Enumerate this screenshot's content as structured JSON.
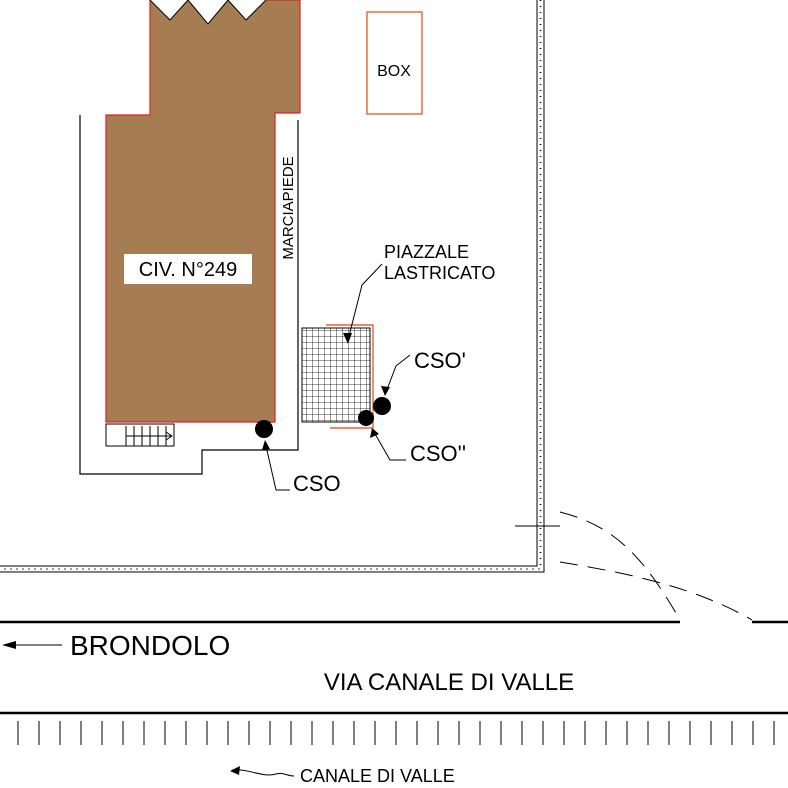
{
  "labels": {
    "box": "BOX",
    "building": "CIV. N°249",
    "sidewalk": "MARCIAPIEDE",
    "plaza_line1": "PIAZZALE",
    "plaza_line2": "LASTRICATO",
    "cso_a": "CSO'",
    "cso_b": "CSO''",
    "cso_c": "CSO",
    "direction": "BRONDOLO",
    "street": "VIA CANALE DI VALLE",
    "canal": "CANALE DI VALLE"
  },
  "colors": {
    "building_fill": "#a67c52",
    "building_outline": "#e02020",
    "box_outline": "#e86030",
    "line": "#000000",
    "background": "#ffffff"
  }
}
